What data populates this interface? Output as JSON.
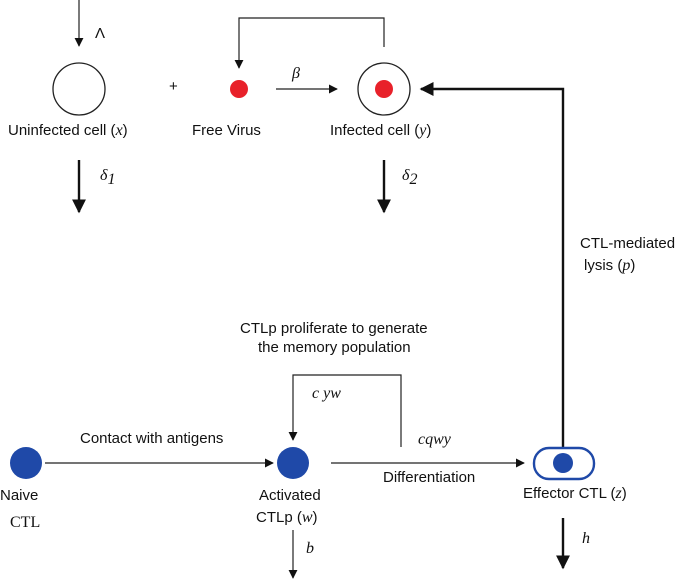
{
  "labels": {
    "lambda": "Λ",
    "plus": "+",
    "beta": "β",
    "uninfected_prefix": "Uninfected cell (",
    "uninfected_var": "x",
    "uninfected_suffix": ")",
    "free_virus": "Free Virus",
    "infected_prefix": "Infected cell (",
    "infected_var": "y",
    "infected_suffix": ")",
    "delta1": "δ",
    "delta1_sub": "1",
    "delta2": "δ",
    "delta2_sub": "2",
    "lysis_line1": "CTL-mediated",
    "lysis_line2_prefix": "lysis (",
    "lysis_var": "p",
    "lysis_suffix": ")",
    "proliferate_line1": "CTLp proliferate to generate",
    "proliferate_line2": "the memory population",
    "cyw": "c yw",
    "contact": "Contact with antigens",
    "cqwy": "cqwy",
    "differentiation": "Differentiation",
    "naive_line1": "Naive",
    "naive_line2": "CTL",
    "activated_line1": "Activated",
    "activated_line2_prefix": "CTLp (",
    "activated_var": "w",
    "activated_suffix": ")",
    "effector_prefix": "Effector CTL (",
    "effector_var": "z",
    "effector_suffix": ")",
    "b": "b",
    "h": "h"
  },
  "colors": {
    "virus_red": "#e8212a",
    "cell_blue": "#1f49a8",
    "line": "#111111"
  }
}
